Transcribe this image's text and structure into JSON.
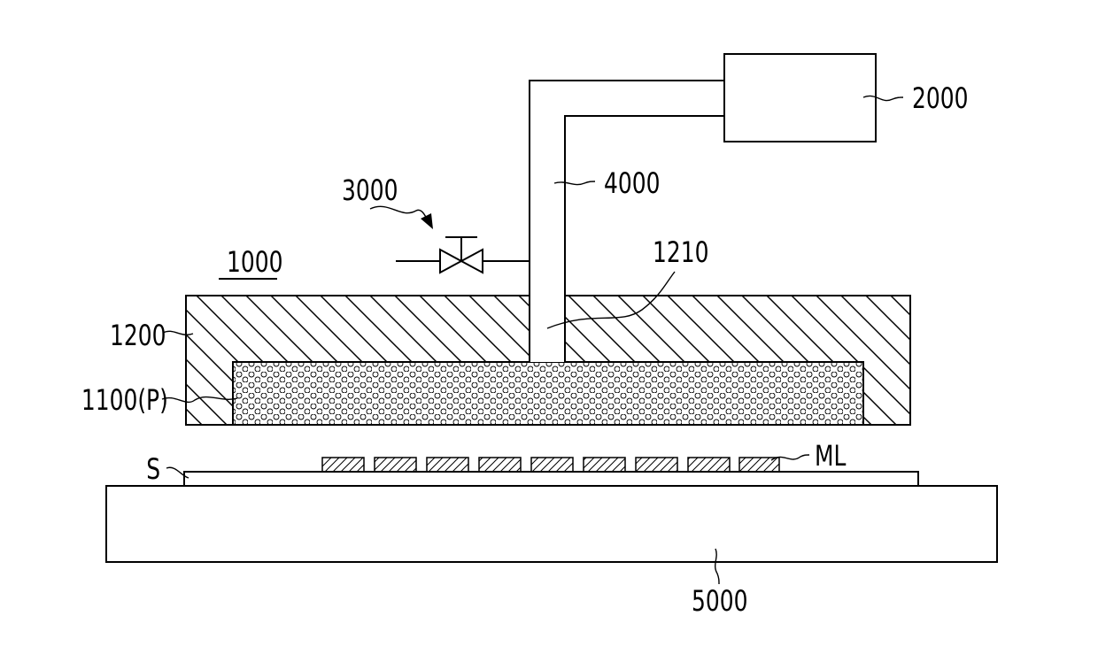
{
  "labels": {
    "device": "1000",
    "porous_member": "1100(P)",
    "head": "1200",
    "hole": "1210",
    "source": "2000",
    "valve": "3000",
    "pipe": "4000",
    "stage": "5000",
    "substrate": "S",
    "mask_layer": "ML"
  },
  "colors": {
    "line": "#000000",
    "background": "#ffffff"
  }
}
